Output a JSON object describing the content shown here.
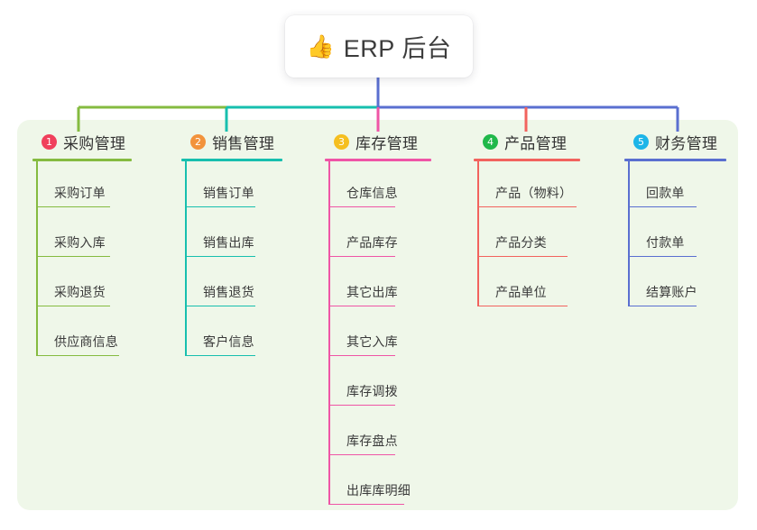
{
  "diagram": {
    "type": "mindmap-tree",
    "root": {
      "icon": "thumbs-up-icon",
      "icon_glyph": "👍",
      "label": "ERP 后台"
    },
    "panel_color": "#eff7e9",
    "trunk_colors": [
      "#85bb40",
      "#17bfae",
      "#5a5fd0",
      "#5a5fd0"
    ],
    "branches": [
      {
        "number": "1",
        "badge_color": "#f0405c",
        "line_color": "#85bb40",
        "label": "采购管理",
        "items": [
          "采购订单",
          "采购入库",
          "采购退货",
          "供应商信息"
        ]
      },
      {
        "number": "2",
        "badge_color": "#f2933c",
        "line_color": "#17bfae",
        "label": "销售管理",
        "items": [
          "销售订单",
          "销售出库",
          "销售退货",
          "客户信息"
        ]
      },
      {
        "number": "3",
        "badge_color": "#f5bf20",
        "line_color": "#ef55a6",
        "label": "库存管理",
        "items": [
          "仓库信息",
          "产品库存",
          "其它出库",
          "其它入库",
          "库存调拨",
          "库存盘点",
          "出库库明细"
        ]
      },
      {
        "number": "4",
        "badge_color": "#20b84a",
        "line_color": "#f2635e",
        "label": "产品管理",
        "items": [
          "产品（物料）",
          "产品分类",
          "产品单位"
        ]
      },
      {
        "number": "5",
        "badge_color": "#1cb5e8",
        "line_color": "#5a6fd0",
        "label": "财务管理",
        "items": [
          "回款单",
          "付款单",
          "结算账户"
        ]
      }
    ]
  }
}
